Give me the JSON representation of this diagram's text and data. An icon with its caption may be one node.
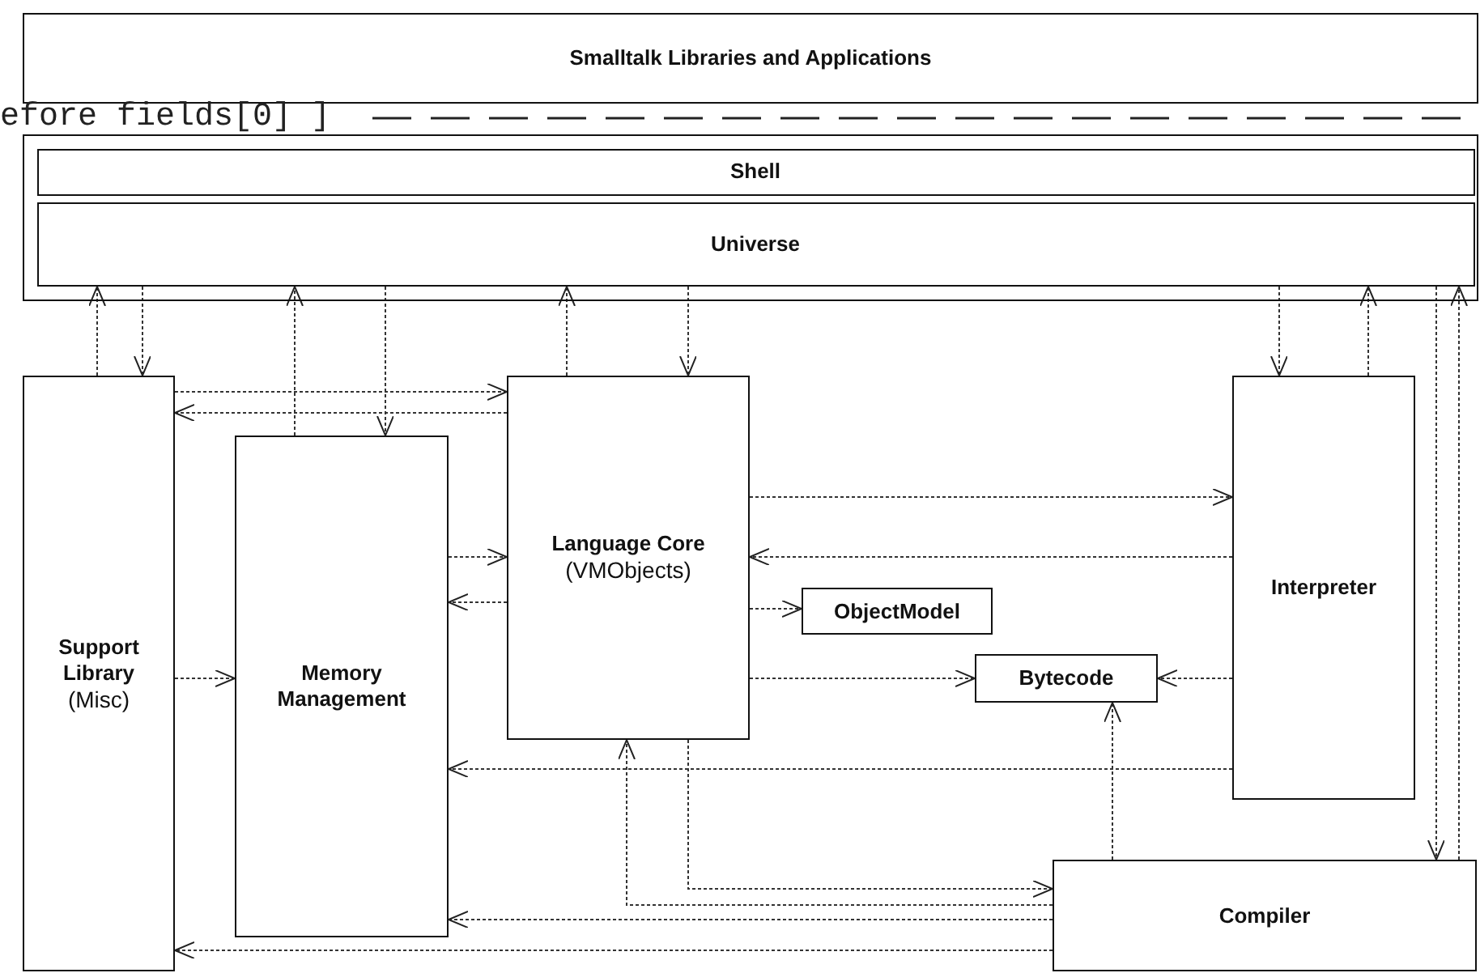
{
  "diagram": {
    "nodes": [
      {
        "text": [
          "Smalltalk Libraries and Applications"
        ]
      },
      {
        "text": [],
        "shape": "box"
      },
      {
        "text": [
          "Shell"
        ],
        "in": 1
      },
      {
        "text": [
          "Universe"
        ],
        "in": 1
      },
      {
        "text": [
          "Support Library",
          "(Misc)"
        ]
      },
      {
        "text": [
          "Memory Management"
        ]
      },
      {
        "text": [
          "Language Core",
          "(VMObjects)"
        ]
      },
      {
        "text": [
          "ObjectModel"
        ]
      },
      {
        "text": [
          "Bytecode"
        ]
      },
      {
        "text": [
          "Interpreter"
        ]
      },
      {
        "text": [
          "Compiler"
        ]
      }
    ],
    "edges": [
      {
        "from": 4,
        "to": 3,
        "arrow": "to"
      },
      {
        "from": 3,
        "to": 4,
        "arrow": "to"
      },
      {
        "from": 5,
        "to": 3,
        "arrow": "to"
      },
      {
        "from": 3,
        "to": 5,
        "arrow": "to"
      },
      {
        "from": 6,
        "to": 3,
        "arrow": "to"
      },
      {
        "from": 3,
        "to": 6,
        "arrow": "to"
      },
      {
        "from": 9,
        "to": 3,
        "arrow": "to"
      },
      {
        "from": 3,
        "to": 9,
        "arrow": "to"
      },
      {
        "from": 3,
        "to": 10,
        "arrow": "to"
      },
      {
        "from": 10,
        "to": 3,
        "arrow": "to"
      },
      {
        "from": 4,
        "to": 6,
        "arrow": "to"
      },
      {
        "from": 6,
        "to": 4,
        "arrow": "to"
      },
      {
        "from": 4,
        "to": 5,
        "arrow": "to"
      },
      {
        "from": 5,
        "to": 6,
        "arrow": "to"
      },
      {
        "from": 6,
        "to": 5,
        "arrow": "to"
      },
      {
        "from": 6,
        "to": 9,
        "arrow": "to"
      },
      {
        "from": 9,
        "to": 6,
        "arrow": "to"
      },
      {
        "from": 6,
        "to": 7,
        "arrow": "to"
      },
      {
        "from": 6,
        "to": 8,
        "arrow": "to"
      },
      {
        "from": 9,
        "to": 8,
        "arrow": "to"
      },
      {
        "from": 10,
        "to": 8,
        "arrow": "to"
      },
      {
        "from": 9,
        "to": 5,
        "arrow": "to"
      },
      {
        "from": 10,
        "to": 6,
        "arrow": "to"
      },
      {
        "from": 6,
        "to": 10,
        "arrow": "to"
      },
      {
        "from": 10,
        "to": 5,
        "arrow": "to"
      },
      {
        "from": 10,
        "to": 4,
        "arrow": "to"
      }
    ],
    "labels": [
      "efore fields[0] ]"
    ]
  }
}
